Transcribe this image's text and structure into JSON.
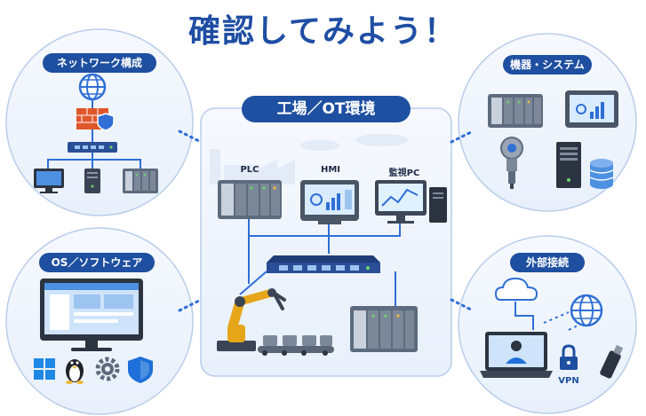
{
  "title": "確認してみよう！",
  "center": {
    "label": "工場／OT環境",
    "devices": {
      "plc": "PLC",
      "hmi": "HMI",
      "pc": "監視PC"
    }
  },
  "panels": {
    "network": {
      "label": "ネットワーク構成"
    },
    "devices": {
      "label": "機器・システム"
    },
    "os": {
      "label": "OS／ソフトウェア"
    },
    "external": {
      "label": "外部接続",
      "vpn": "VPN"
    }
  },
  "colors": {
    "accent": "#1e4fa0",
    "line": "#2f6fd6",
    "panel_bg": "#eef4fc",
    "border": "#b9cdea"
  }
}
